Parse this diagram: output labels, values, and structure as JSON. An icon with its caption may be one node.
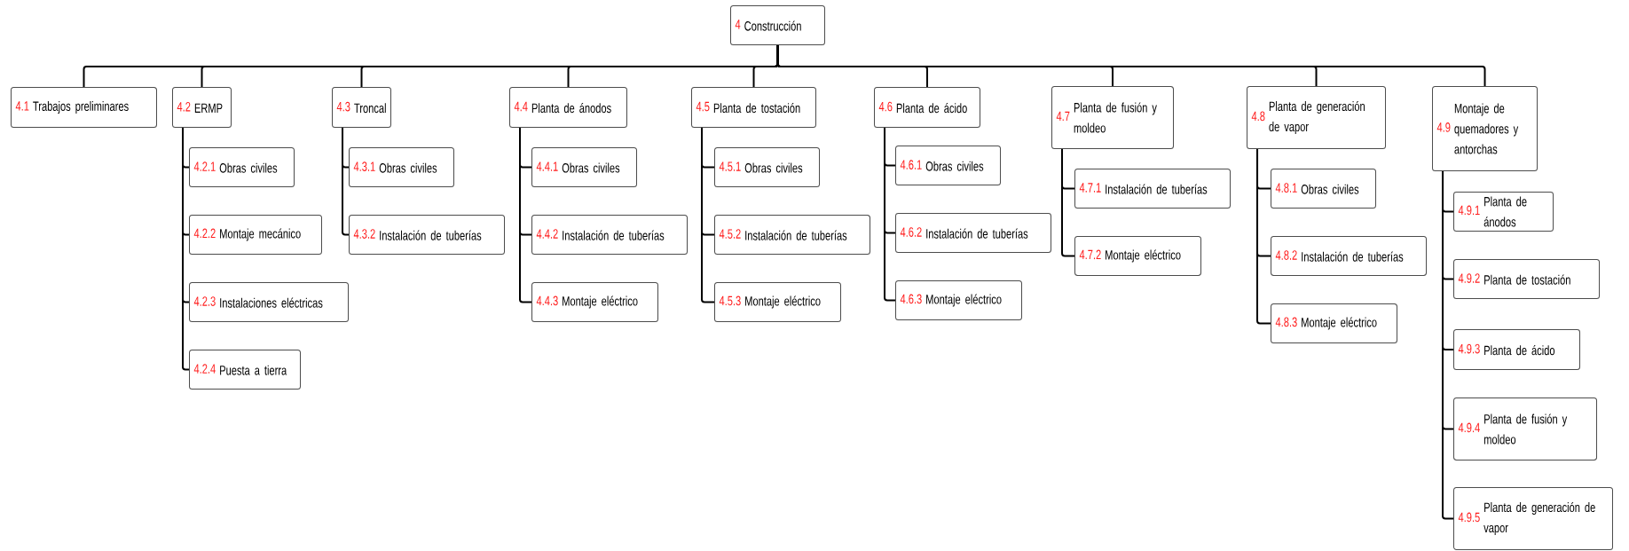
{
  "diagram": {
    "nodes": [
      {
        "text": [
          "4",
          "Construcción"
        ]
      },
      {
        "text": [
          "4.1",
          "Trabajos preliminares"
        ]
      },
      {
        "text": [
          "4.2",
          "ERMP"
        ]
      },
      {
        "text": [
          "4.2.1",
          "Obras civiles"
        ]
      },
      {
        "text": [
          "4.2.2",
          "Montaje mecánico"
        ]
      },
      {
        "text": [
          "4.2.3",
          "Instalaciones eléctricas"
        ]
      },
      {
        "text": [
          "4.2.4",
          "Puesta a tierra"
        ]
      },
      {
        "text": [
          "4.3",
          "Troncal"
        ]
      },
      {
        "text": [
          "4.3.1",
          "Obras civiles"
        ]
      },
      {
        "text": [
          "4.3.2",
          "Instalación de tuberías"
        ]
      },
      {
        "text": [
          "4.4",
          "Planta de ánodos"
        ]
      },
      {
        "text": [
          "4.4.1",
          "Obras civiles"
        ]
      },
      {
        "text": [
          "4.4.2",
          "Instalación de tuberías"
        ]
      },
      {
        "text": [
          "4.4.3",
          "Montaje eléctrico"
        ]
      },
      {
        "text": [
          "4.5",
          "Planta de tostación"
        ]
      },
      {
        "text": [
          "4.5.1",
          "Obras civiles"
        ]
      },
      {
        "text": [
          "4.5.2",
          "Instalación de tuberías"
        ]
      },
      {
        "text": [
          "4.5.3",
          "Montaje eléctrico"
        ]
      },
      {
        "text": [
          "4.6",
          "Planta de ácido"
        ]
      },
      {
        "text": [
          "4.6.1",
          "Obras civiles"
        ]
      },
      {
        "text": [
          "4.6.2",
          "Instalación de tuberías"
        ]
      },
      {
        "text": [
          "4.6.3",
          "Montaje eléctrico"
        ]
      },
      {
        "text": [
          "4.7",
          "Planta de fusión y moldeo"
        ]
      },
      {
        "text": [
          "4.7.1",
          "Instalación de tuberías"
        ]
      },
      {
        "text": [
          "4.7.2",
          "Montaje eléctrico"
        ]
      },
      {
        "text": [
          "4.8",
          "Planta de generación de vapor"
        ]
      },
      {
        "text": [
          "4.8.1",
          "Obras civiles"
        ]
      },
      {
        "text": [
          "4.8.2",
          "Instalación de tuberías"
        ]
      },
      {
        "text": [
          "4.8.3",
          "Montaje eléctrico"
        ]
      },
      {
        "text": [
          "4.9",
          "Montaje de quemadores y antorchas"
        ]
      },
      {
        "text": [
          "4.9.1",
          "Planta de ánodos"
        ]
      },
      {
        "text": [
          "4.9.2",
          "Planta de tostación"
        ]
      },
      {
        "text": [
          "4.9.3",
          "Planta de ácido"
        ]
      },
      {
        "text": [
          "4.9.4",
          "Planta de fusión y moldeo"
        ]
      },
      {
        "text": [
          "4.9.5",
          "Planta de generación de vapor"
        ]
      }
    ],
    "edges": [
      {
        "from": 0,
        "to": 1,
        "arrow": "none"
      },
      {
        "from": 0,
        "to": 2,
        "arrow": "none"
      },
      {
        "from": 0,
        "to": 7,
        "arrow": "none"
      },
      {
        "from": 0,
        "to": 10,
        "arrow": "none"
      },
      {
        "from": 0,
        "to": 14,
        "arrow": "none"
      },
      {
        "from": 0,
        "to": 18,
        "arrow": "none"
      },
      {
        "from": 0,
        "to": 22,
        "arrow": "none"
      },
      {
        "from": 0,
        "to": 25,
        "arrow": "none"
      },
      {
        "from": 0,
        "to": 29,
        "arrow": "none"
      },
      {
        "from": 2,
        "to": 3,
        "arrow": "none"
      },
      {
        "from": 2,
        "to": 4,
        "arrow": "none"
      },
      {
        "from": 2,
        "to": 5,
        "arrow": "none"
      },
      {
        "from": 2,
        "to": 6,
        "arrow": "none"
      },
      {
        "from": 7,
        "to": 8,
        "arrow": "none"
      },
      {
        "from": 7,
        "to": 9,
        "arrow": "none"
      },
      {
        "from": 10,
        "to": 11,
        "arrow": "none"
      },
      {
        "from": 10,
        "to": 12,
        "arrow": "none"
      },
      {
        "from": 10,
        "to": 13,
        "arrow": "none"
      },
      {
        "from": 14,
        "to": 15,
        "arrow": "none"
      },
      {
        "from": 14,
        "to": 16,
        "arrow": "none"
      },
      {
        "from": 14,
        "to": 17,
        "arrow": "none"
      },
      {
        "from": 18,
        "to": 19,
        "arrow": "none"
      },
      {
        "from": 18,
        "to": 20,
        "arrow": "none"
      },
      {
        "from": 18,
        "to": 21,
        "arrow": "none"
      },
      {
        "from": 22,
        "to": 23,
        "arrow": "none"
      },
      {
        "from": 22,
        "to": 24,
        "arrow": "none"
      },
      {
        "from": 25,
        "to": 26,
        "arrow": "none"
      },
      {
        "from": 25,
        "to": 27,
        "arrow": "none"
      },
      {
        "from": 25,
        "to": 28,
        "arrow": "none"
      },
      {
        "from": 29,
        "to": 30,
        "arrow": "none"
      },
      {
        "from": 29,
        "to": 31,
        "arrow": "none"
      },
      {
        "from": 29,
        "to": 32,
        "arrow": "none"
      },
      {
        "from": 29,
        "to": 33,
        "arrow": "none"
      },
      {
        "from": 29,
        "to": 34,
        "arrow": "none"
      }
    ]
  }
}
